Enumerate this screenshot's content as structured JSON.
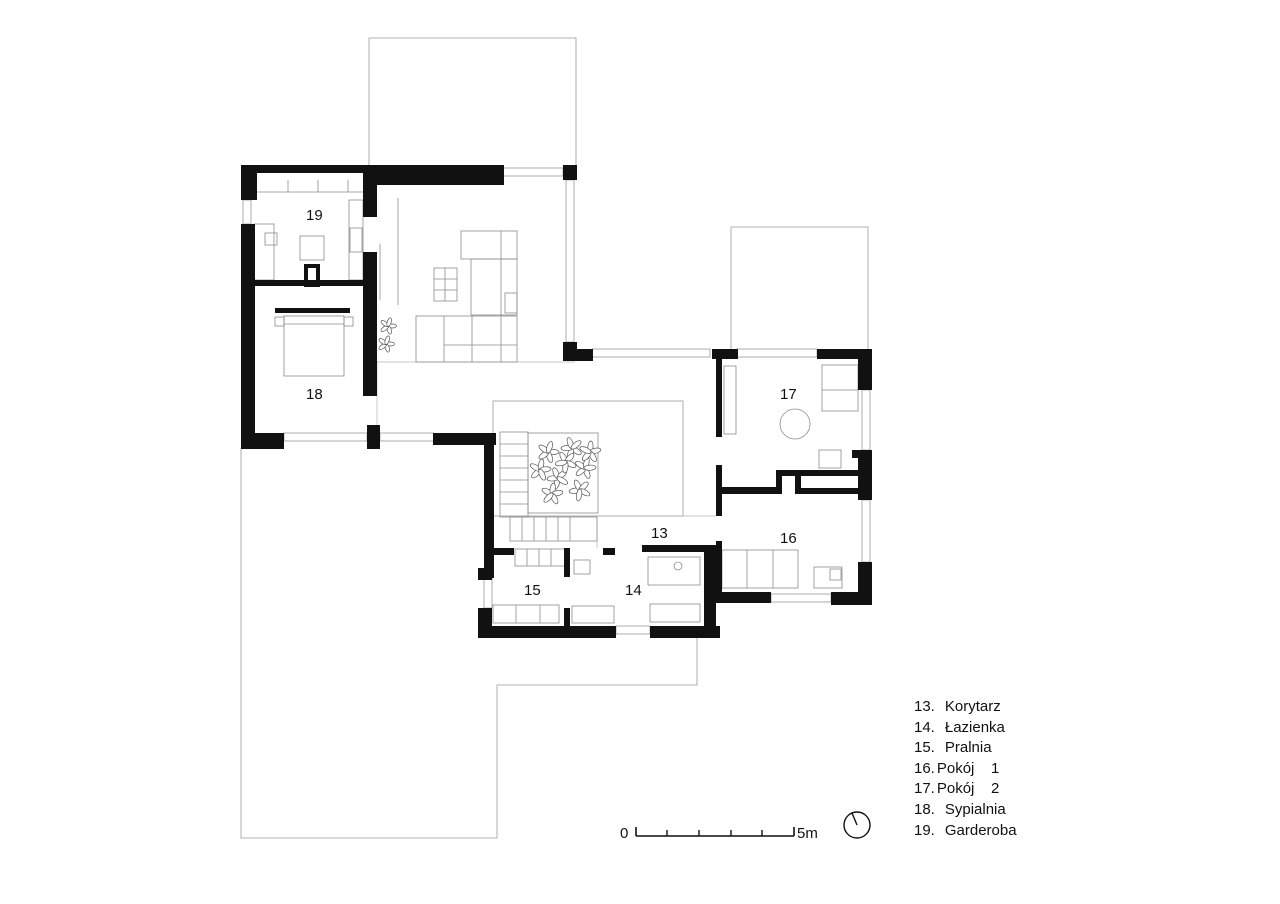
{
  "rooms": {
    "r13": "13",
    "r14": "14",
    "r15": "15",
    "r16": "16",
    "r17": "17",
    "r18": "18",
    "r19": "19"
  },
  "legend": [
    {
      "num": "13.",
      "name": "Korytarz"
    },
    {
      "num": "14.",
      "name": "Łazienka"
    },
    {
      "num": "15.",
      "name": "Pralnia"
    },
    {
      "num": "16.",
      "name": "Pokój    1"
    },
    {
      "num": "17.",
      "name": "Pokój    2"
    },
    {
      "num": "18.",
      "name": "Sypialnia"
    },
    {
      "num": "19.",
      "name": "Garderoba"
    }
  ],
  "scale_bar": {
    "start": "0",
    "end": "5m"
  }
}
